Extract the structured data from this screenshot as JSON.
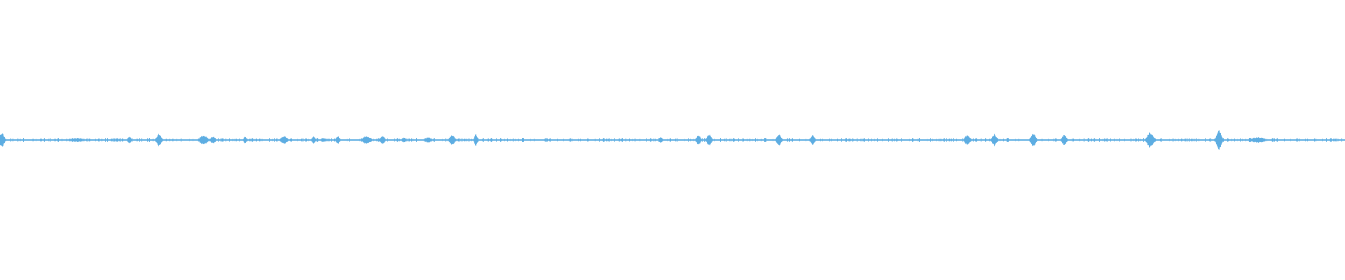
{
  "chart_data": {
    "type": "area",
    "title": "",
    "xlabel": "",
    "ylabel": "",
    "grid": false,
    "color": "#5dade2",
    "background": "#ffffff",
    "x_range": [
      0,
      1
    ],
    "y_range": [
      -1,
      1
    ],
    "noise_floor": 0.006,
    "bursts": [
      {
        "t": 0.001,
        "amp": 0.055,
        "w": 0.002
      },
      {
        "t": 0.057,
        "amp": 0.015,
        "w": 0.006
      },
      {
        "t": 0.096,
        "amp": 0.025,
        "w": 0.0015
      },
      {
        "t": 0.118,
        "amp": 0.045,
        "w": 0.002
      },
      {
        "t": 0.151,
        "amp": 0.035,
        "w": 0.003
      },
      {
        "t": 0.158,
        "amp": 0.025,
        "w": 0.002
      },
      {
        "t": 0.182,
        "amp": 0.025,
        "w": 0.0012
      },
      {
        "t": 0.211,
        "amp": 0.03,
        "w": 0.0025
      },
      {
        "t": 0.233,
        "amp": 0.025,
        "w": 0.0015
      },
      {
        "t": 0.24,
        "amp": 0.015,
        "w": 0.002
      },
      {
        "t": 0.251,
        "amp": 0.03,
        "w": 0.0015
      },
      {
        "t": 0.272,
        "amp": 0.03,
        "w": 0.003
      },
      {
        "t": 0.284,
        "amp": 0.03,
        "w": 0.002
      },
      {
        "t": 0.3,
        "amp": 0.02,
        "w": 0.0015
      },
      {
        "t": 0.318,
        "amp": 0.02,
        "w": 0.003
      },
      {
        "t": 0.336,
        "amp": 0.04,
        "w": 0.002
      },
      {
        "t": 0.3535,
        "amp": 0.045,
        "w": 0.0012
      },
      {
        "t": 0.491,
        "amp": 0.02,
        "w": 0.0015
      },
      {
        "t": 0.519,
        "amp": 0.035,
        "w": 0.0018
      },
      {
        "t": 0.527,
        "amp": 0.04,
        "w": 0.002
      },
      {
        "t": 0.579,
        "amp": 0.04,
        "w": 0.002
      },
      {
        "t": 0.604,
        "amp": 0.035,
        "w": 0.0018
      },
      {
        "t": 0.719,
        "amp": 0.04,
        "w": 0.002
      },
      {
        "t": 0.739,
        "amp": 0.045,
        "w": 0.0018
      },
      {
        "t": 0.768,
        "amp": 0.05,
        "w": 0.002
      },
      {
        "t": 0.791,
        "amp": 0.04,
        "w": 0.0018
      },
      {
        "t": 0.855,
        "amp": 0.06,
        "w": 0.0025
      },
      {
        "t": 0.906,
        "amp": 0.07,
        "w": 0.002
      },
      {
        "t": 0.935,
        "amp": 0.02,
        "w": 0.006
      }
    ]
  }
}
